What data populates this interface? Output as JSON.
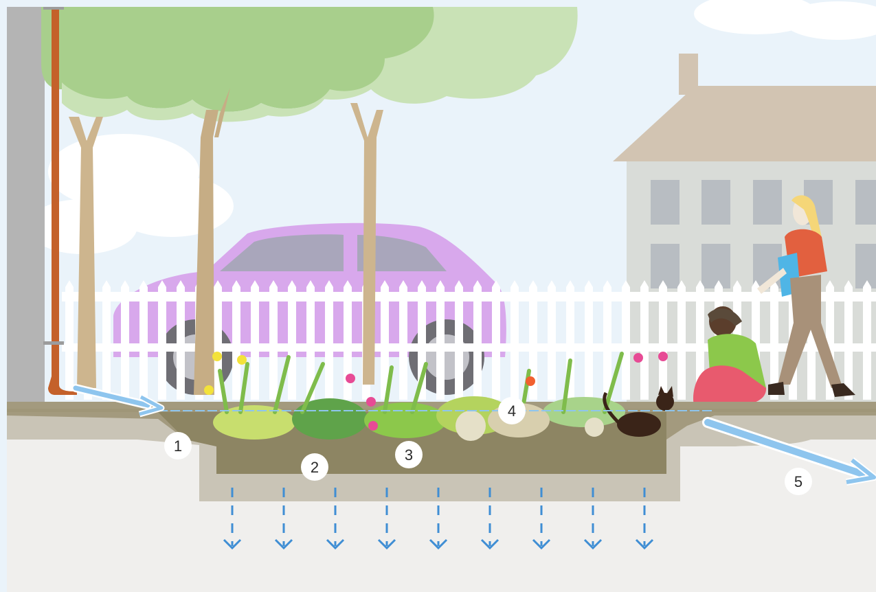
{
  "callouts": [
    {
      "id": "c1",
      "label": "1"
    },
    {
      "id": "c2",
      "label": "2"
    },
    {
      "id": "c3",
      "label": "3"
    },
    {
      "id": "c4",
      "label": "4"
    },
    {
      "id": "c5",
      "label": "5"
    }
  ],
  "colors": {
    "sky": "#eaf3fa",
    "cloud": "#ffffff",
    "tree_canopy": "#a8cf8c",
    "tree_canopy_light": "#c9e2b6",
    "trunk": "#cdb58e",
    "downspout": "#c4612a",
    "house_wall": "#d9dcd8",
    "house_roof": "#d2c4b2",
    "window": "#b8bdc2",
    "car": "#d8a8ec",
    "fence": "#ffffff",
    "soil_surface": "#a39a7e",
    "soil_mid": "#b9b2a0",
    "basin_fill": "#8d8563",
    "subgrade": "#c9c4b6",
    "ground_deep": "#f0efed",
    "water": "#8ec5ee",
    "infiltration_arrow": "#3f8ed4"
  },
  "icons": [
    "downspout-icon",
    "flow-arrow-icon",
    "infiltration-arrow-icon",
    "car-icon",
    "house-icon",
    "person-walking-icon",
    "person-sitting-icon",
    "cat-icon",
    "fence-icon",
    "tree-icon"
  ]
}
